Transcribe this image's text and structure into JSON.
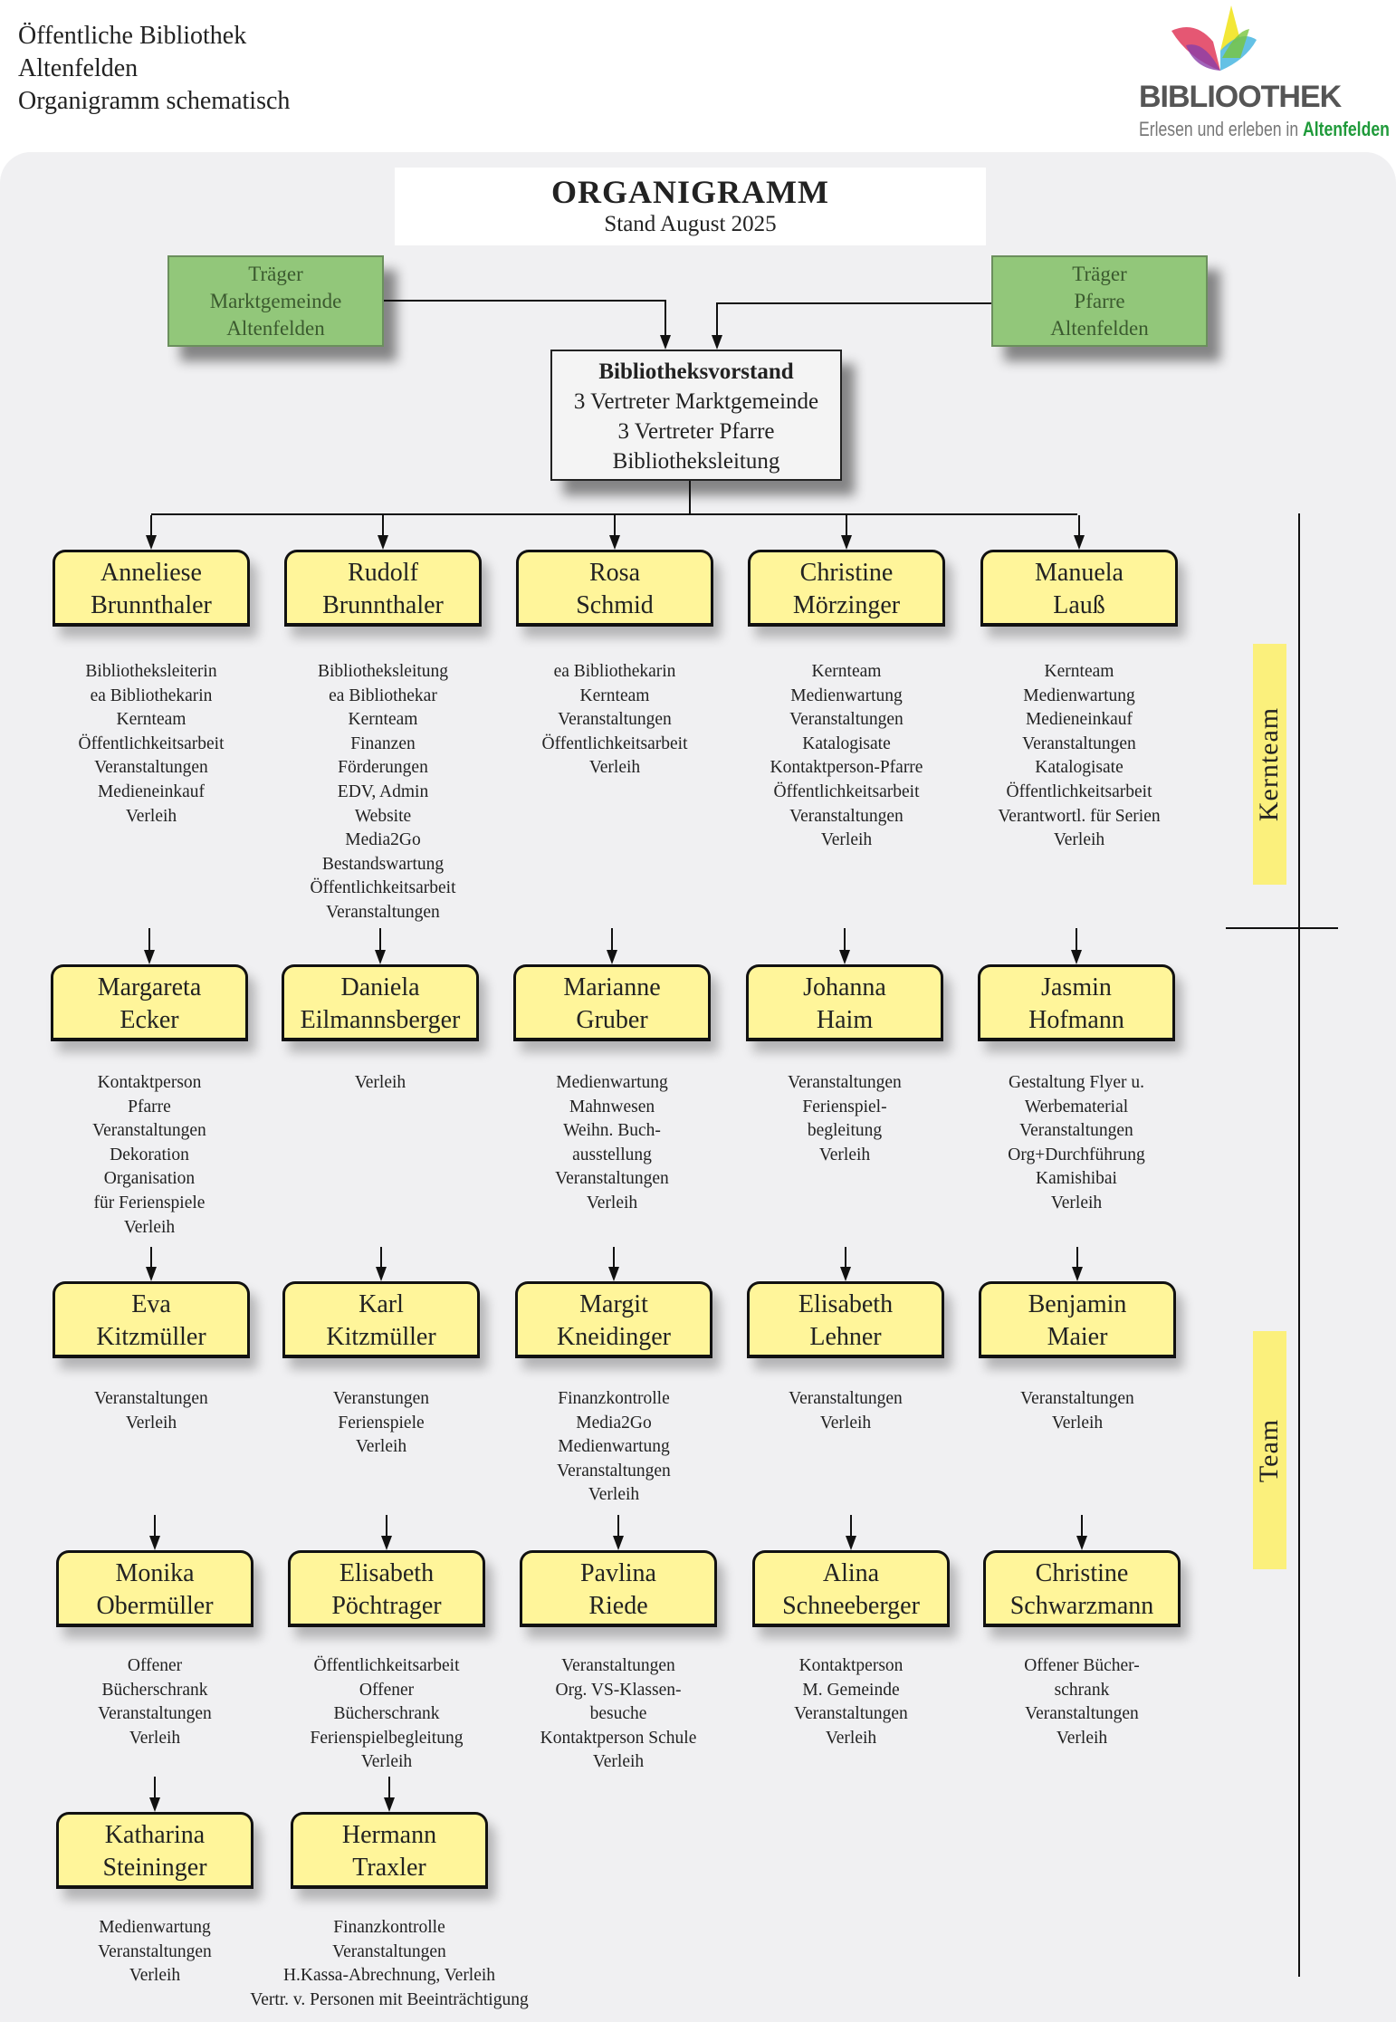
{
  "header": {
    "lines": [
      "Öffentliche Bibliothek",
      "Altenfelden",
      "Organigramm schematisch"
    ]
  },
  "logo": {
    "word": "BIBLIOOTHEK",
    "tagline_prefix": "Erlesen und erleben in",
    "tagline_place": "Altenfelden"
  },
  "title": {
    "main": "ORGANIGRAMM",
    "sub": "Stand August 2025"
  },
  "traeger_left": [
    "Träger",
    "Marktgemeinde",
    "Altenfelden"
  ],
  "traeger_right": [
    "Träger",
    "Pfarre",
    "Altenfelden"
  ],
  "vorstand": {
    "title": "Bibliotheksvorstand",
    "lines": [
      "3 Vertreter Marktgemeinde",
      "3 Vertreter Pfarre",
      "Bibliotheksleitung"
    ]
  },
  "side_labels": {
    "kernteam": "Kernteam",
    "team": "Team"
  },
  "rows": [
    [
      {
        "name": [
          "Anneliese",
          "Brunnthaler"
        ],
        "duties": [
          "Bibliotheksleiterin",
          "ea Bibliothekarin",
          "Kernteam",
          "Öffentlichkeitsarbeit",
          "Veranstaltungen",
          "Medieneinkauf",
          "Verleih"
        ]
      },
      {
        "name": [
          "Rudolf",
          "Brunnthaler"
        ],
        "duties": [
          "Bibliotheksleitung",
          "ea Bibliothekar",
          "Kernteam",
          "Finanzen",
          "Förderungen",
          "EDV, Admin",
          "Website",
          "Media2Go",
          "Bestandswartung",
          "Öffentlichkeitsarbeit",
          "Veranstaltungen"
        ]
      },
      {
        "name": [
          "Rosa",
          "Schmid"
        ],
        "duties": [
          "ea Bibliothekarin",
          "Kernteam",
          "Veranstaltungen",
          "Öffentlichkeitsarbeit",
          "Verleih"
        ]
      },
      {
        "name": [
          "Christine",
          "Mörzinger"
        ],
        "duties": [
          "Kernteam",
          "Medienwartung",
          "Veranstaltungen",
          "Katalogisate",
          "Kontaktperson-Pfarre",
          "Öffentlichkeitsarbeit",
          "Veranstaltungen",
          "Verleih"
        ]
      },
      {
        "name": [
          "Manuela",
          "Lauß"
        ],
        "duties": [
          "Kernteam",
          "Medienwartung",
          "Medieneinkauf",
          "Veranstaltungen",
          "Katalogisate",
          "Öffentlichkeitsarbeit",
          "Verantwortl. für Serien",
          "Verleih"
        ]
      }
    ],
    [
      {
        "name": [
          "Margareta",
          "Ecker"
        ],
        "duties": [
          "Kontaktperson",
          "Pfarre",
          "Veranstaltungen",
          "Dekoration",
          "Organisation",
          "für Ferienspiele",
          "Verleih"
        ]
      },
      {
        "name": [
          "Daniela",
          "Eilmannsberger"
        ],
        "duties": [
          "Verleih"
        ]
      },
      {
        "name": [
          "Marianne",
          "Gruber"
        ],
        "duties": [
          "Medienwartung",
          "Mahnwesen",
          "Weihn. Buch-",
          "ausstellung",
          "Veranstaltungen",
          "Verleih"
        ]
      },
      {
        "name": [
          "Johanna",
          "Haim"
        ],
        "duties": [
          "Veranstaltungen",
          "Ferienspiel-",
          "begleitung",
          "Verleih"
        ]
      },
      {
        "name": [
          "Jasmin",
          "Hofmann"
        ],
        "duties": [
          "Gestaltung Flyer u.",
          "Werbematerial",
          "Veranstaltungen",
          "Org+Durchführung",
          "Kamishibai",
          "Verleih"
        ]
      }
    ],
    [
      {
        "name": [
          "Eva",
          "Kitzmüller"
        ],
        "duties": [
          "Veranstaltungen",
          "Verleih"
        ]
      },
      {
        "name": [
          "Karl",
          "Kitzmüller"
        ],
        "duties": [
          "Veranstungen",
          "Ferienspiele",
          "Verleih"
        ]
      },
      {
        "name": [
          "Margit",
          "Kneidinger"
        ],
        "duties": [
          "Finanzkontrolle",
          "Media2Go",
          "Medienwartung",
          "Veranstaltungen",
          "Verleih"
        ]
      },
      {
        "name": [
          "Elisabeth",
          "Lehner"
        ],
        "duties": [
          "Veranstaltungen",
          "Verleih"
        ]
      },
      {
        "name": [
          "Benjamin",
          "Maier"
        ],
        "duties": [
          "Veranstaltungen",
          "Verleih"
        ]
      }
    ],
    [
      {
        "name": [
          "Monika",
          "Obermüller"
        ],
        "duties": [
          "Offener",
          "Bücherschrank",
          "Veranstaltungen",
          "Verleih"
        ]
      },
      {
        "name": [
          "Elisabeth",
          "Pöchtrager"
        ],
        "duties": [
          "Öffentlichkeitsarbeit",
          "Offener",
          "Bücherschrank",
          "Ferienspielbegleitung",
          "Verleih"
        ]
      },
      {
        "name": [
          "Pavlina",
          "Riede"
        ],
        "duties": [
          "Veranstaltungen",
          "Org. VS-Klassen-",
          "besuche",
          "Kontaktperson Schule",
          "Verleih"
        ]
      },
      {
        "name": [
          "Alina",
          "Schneeberger"
        ],
        "duties": [
          "Kontaktperson",
          "M. Gemeinde",
          "Veranstaltungen",
          "Verleih"
        ]
      },
      {
        "name": [
          "Christine",
          "Schwarzmann"
        ],
        "duties": [
          "Offener Bücher-",
          "schrank",
          "Veranstaltungen",
          "Verleih"
        ]
      }
    ],
    [
      {
        "name": [
          "Katharina",
          "Steininger"
        ],
        "duties": [
          "Medienwartung",
          "Veranstaltungen",
          "Verleih"
        ]
      },
      {
        "name": [
          "Hermann",
          "Traxler"
        ],
        "duties": [
          "Finanzkontrolle",
          "Veranstaltungen",
          "H.Kassa-Abrechnung, Verleih",
          "Vertr. v. Personen mit Beeinträchtigung"
        ]
      }
    ]
  ],
  "colors": {
    "panel": "#f0f0f2",
    "green": "#92c77a",
    "yellow": "#fff59a",
    "sidebar": "#fbf07c"
  }
}
